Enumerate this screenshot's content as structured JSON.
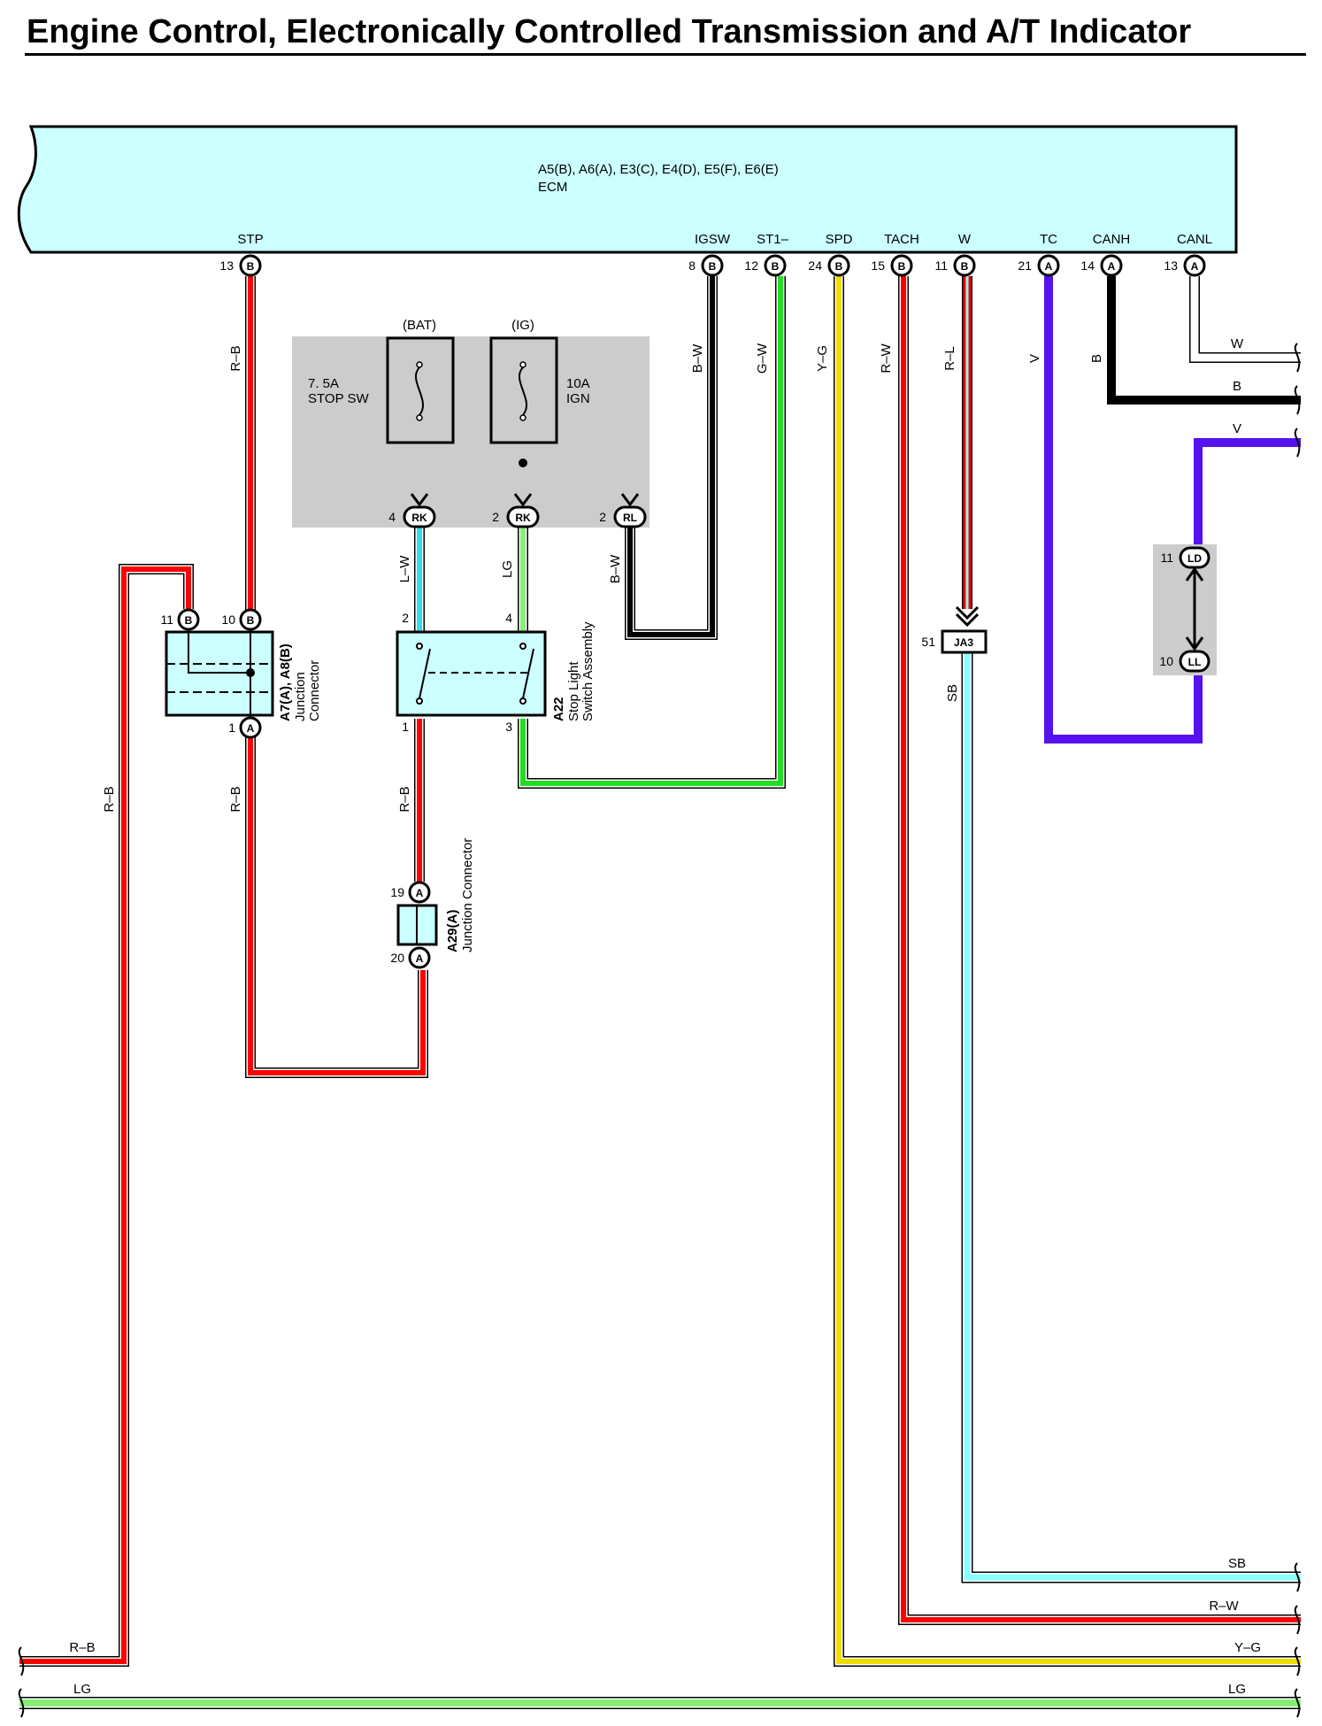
{
  "title": "Engine Control, Electronically Controlled Transmission and A/T Indicator",
  "colors": {
    "R-B": "#ff0000",
    "B-W": "#000000",
    "G-W": "#22dd22",
    "Y-G": "#eedd00",
    "R-W": "#ff0000",
    "R-L": "#ff0000",
    "V": "#5511ee",
    "B": "#000000",
    "W": "#ffffff",
    "L-W": "#33ddee",
    "LG": "#88ee77",
    "SB": "#88ffff",
    "ecm_fill": "#ccffff",
    "fuse_box_fill": "#cccccc"
  },
  "ecm": {
    "connectors": "A5(B), A6(A), E3(C), E4(D), E5(F), E6(E)",
    "name": "ECM",
    "terminals": [
      {
        "label": "STP",
        "pin": "13",
        "conn": "B"
      },
      {
        "label": "IGSW",
        "pin": "8",
        "conn": "B"
      },
      {
        "label": "ST1–",
        "pin": "12",
        "conn": "B"
      },
      {
        "label": "SPD",
        "pin": "24",
        "conn": "B"
      },
      {
        "label": "TACH",
        "pin": "15",
        "conn": "B"
      },
      {
        "label": "W",
        "pin": "11",
        "conn": "B"
      },
      {
        "label": "TC",
        "pin": "21",
        "conn": "A"
      },
      {
        "label": "CANH",
        "pin": "14",
        "conn": "A"
      },
      {
        "label": "CANL",
        "pin": "13",
        "conn": "A"
      }
    ]
  },
  "fuses": [
    {
      "supply": "(BAT)",
      "rating": "7. 5A",
      "name": "STOP SW"
    },
    {
      "supply": "(IG)",
      "rating": "10A",
      "name": "IGN"
    }
  ],
  "fuse_pins": [
    {
      "pin": "4",
      "conn": "RK"
    },
    {
      "pin": "2",
      "conn": "RK"
    },
    {
      "pin": "2",
      "conn": "RL"
    }
  ],
  "junction_a7": {
    "code": "A7(A), A8(B)",
    "line2": "Junction",
    "line3": "Connector",
    "pins": [
      {
        "pin": "11",
        "conn": "B"
      },
      {
        "pin": "10",
        "conn": "B"
      },
      {
        "pin": "1",
        "conn": "A"
      }
    ]
  },
  "stop_light_switch": {
    "code": "A22",
    "line2": "Stop Light",
    "line3": "Switch Assembly",
    "pins": [
      "2",
      "4",
      "1",
      "3"
    ]
  },
  "junction_a29": {
    "code": "A29(A)",
    "line2": "Junction Connector",
    "pins": [
      {
        "pin": "19",
        "conn": "A"
      },
      {
        "pin": "20",
        "conn": "A"
      }
    ]
  },
  "ja3": {
    "pin": "51",
    "label": "JA3"
  },
  "canl_connector": {
    "pins": [
      {
        "pin": "11",
        "conn": "LD"
      },
      {
        "pin": "10",
        "conn": "LL"
      }
    ]
  },
  "wire_labels": {
    "stp": "R–B",
    "igsw": "B–W",
    "st1": "G–W",
    "spd": "Y–G",
    "tach": "R–W",
    "w": "R–L",
    "tc": "V",
    "canh": "B",
    "canl": "W",
    "stop_sw_out": "L–W",
    "ign_out": "LG",
    "rl_out": "B–W",
    "left_long": "R–B",
    "a7_down": "R–B",
    "switch_down": "R–B",
    "ja3_down": "SB",
    "right_canl": "W",
    "right_canh": "B",
    "right_tc": "V",
    "bottom_sb": "SB",
    "bottom_rw": "R–W",
    "bottom_yg": "Y–G",
    "bottom_lg": "LG",
    "bottom_rb": "R–B",
    "bottom_lg_left": "LG"
  }
}
